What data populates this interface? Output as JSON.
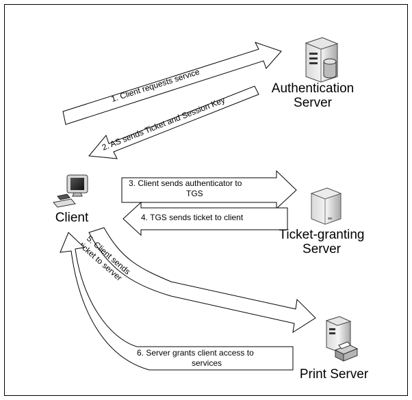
{
  "nodes": {
    "auth": {
      "label_line1": "Authentication",
      "label_line2": "Server",
      "icon": "server-with-database-icon"
    },
    "client": {
      "label": "Client",
      "icon": "desktop-computer-icon"
    },
    "tgs": {
      "label_line1": "Ticket-granting",
      "label_line2": "Server",
      "icon": "server-tower-icon"
    },
    "print": {
      "label": "Print Server",
      "icon": "printer-server-icon"
    }
  },
  "messages": {
    "m1": "1. Client requests service",
    "m2": "2. AS sends Ticket and Session Key",
    "m3_line1": "3. Client sends authenticator to",
    "m3_line2": "TGS",
    "m4": "4. TGS sends ticket to client",
    "m5_line1": "5. Client sends",
    "m5_line2": "ticket to server",
    "m6_line1": "6. Server grants client access to",
    "m6_line2": "services"
  }
}
